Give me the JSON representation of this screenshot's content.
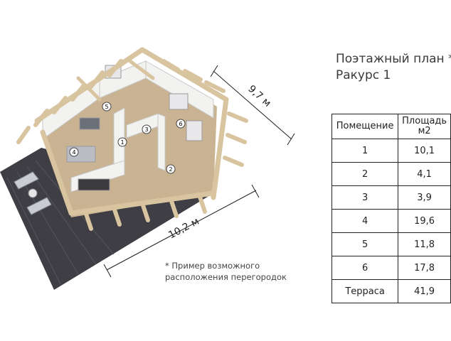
{
  "title": {
    "line1": "Поэтажный план *",
    "line2": "Ракурс 1"
  },
  "table": {
    "headers": {
      "room": "Помещение",
      "area_line1": "Площадь",
      "area_line2": "м2"
    },
    "rows": [
      {
        "room": "1",
        "area": "10,1"
      },
      {
        "room": "2",
        "area": "4,1"
      },
      {
        "room": "3",
        "area": "3,9"
      },
      {
        "room": "4",
        "area": "19,6"
      },
      {
        "room": "5",
        "area": "11,8"
      },
      {
        "room": "6",
        "area": "17,8"
      },
      {
        "room": "Терраса",
        "area": "41,9"
      }
    ]
  },
  "dimensions": {
    "width": "10,2 м",
    "depth": "9,7 м"
  },
  "room_markers": [
    "1",
    "2",
    "3",
    "4",
    "5",
    "6"
  ],
  "note": {
    "line1": "* Пример возможного",
    "line2": "расположения перегородок"
  },
  "colors": {
    "terrace": "#3d3d42",
    "timber": "#d9c4a0",
    "floor": "#c9b392",
    "walls": "#f1f1ef"
  }
}
